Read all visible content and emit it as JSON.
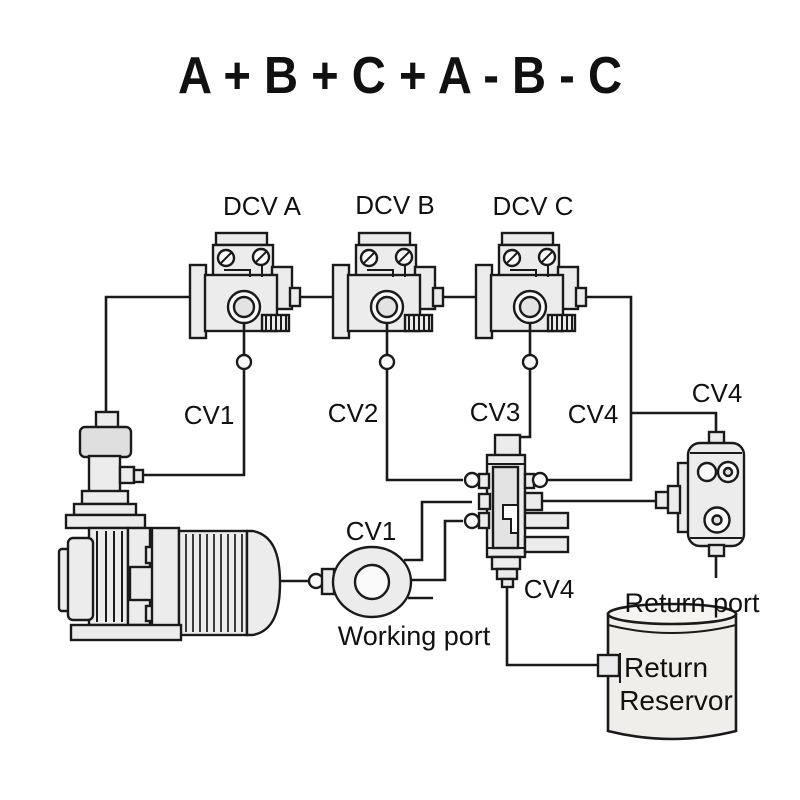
{
  "title": "A + B + C + A - B - C",
  "colors": {
    "line": "#1a1a1a",
    "body_fill": "#ececec",
    "body_fill_dark": "#dfdfdf",
    "inner_fill": "#e3e3e3",
    "background": "#ffffff"
  },
  "dcv_valves": [
    {
      "label": "DCV A"
    },
    {
      "label": "DCV B"
    },
    {
      "label": "DCV C"
    }
  ],
  "line_labels": {
    "cv1_dcv": "CV1",
    "cv2_dcv": "CV2",
    "cv3_dcv": "CV3",
    "cv4_junction": "CV4",
    "cv4_return_valve": "CV4",
    "cv4_drain": "CV4",
    "cv1_pump": "CV1"
  },
  "port_labels": {
    "working": "Working port",
    "return": "Return port"
  },
  "reservoir": {
    "label_line1": "Return",
    "label_line2": "Reservor"
  }
}
